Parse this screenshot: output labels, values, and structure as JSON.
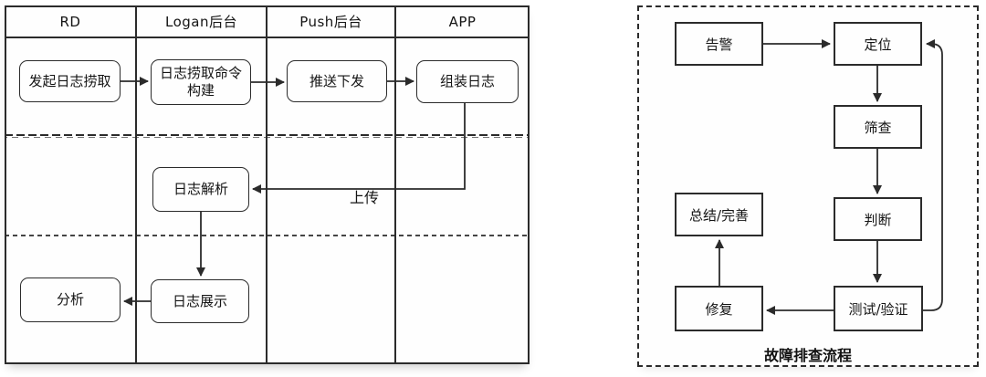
{
  "swimlane": {
    "lanes": [
      {
        "label": "RD"
      },
      {
        "label": "Logan后台"
      },
      {
        "label": "Push后台"
      },
      {
        "label": "APP"
      }
    ],
    "nodes": {
      "initiate": {
        "label": "发起日志捞取"
      },
      "build": {
        "label": "日志捞取命令构建"
      },
      "push": {
        "label": "推送下发"
      },
      "assemble": {
        "label": "组装日志"
      },
      "parse": {
        "label": "日志解析"
      },
      "display": {
        "label": "日志展示"
      },
      "analyze": {
        "label": "分析"
      }
    },
    "edge_labels": {
      "upload": "上传"
    }
  },
  "troubleshoot": {
    "nodes": {
      "alert": {
        "label": "告警"
      },
      "locate": {
        "label": "定位"
      },
      "screen": {
        "label": "筛查"
      },
      "judge": {
        "label": "判断"
      },
      "test": {
        "label": "测试/验证"
      },
      "fix": {
        "label": "修复"
      },
      "summarize": {
        "label": "总结/完善"
      }
    },
    "caption": "故障排查流程"
  },
  "colors": {
    "line": "#2b2b2b",
    "background": "#ffffff"
  }
}
